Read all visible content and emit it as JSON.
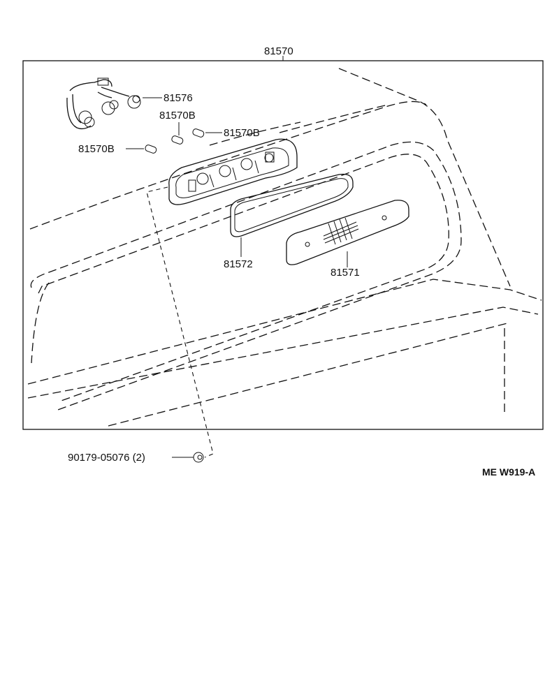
{
  "diagram": {
    "part_labels": {
      "assembly": "81570",
      "socket_wire": "81576",
      "bulb_upper": "81570B",
      "bulb_right": "81570B",
      "bulb_left": "81570B",
      "gasket": "81572",
      "lens": "81571",
      "nut": "90179-05076 (2)"
    },
    "drawing_code": "ME  W919-A"
  }
}
